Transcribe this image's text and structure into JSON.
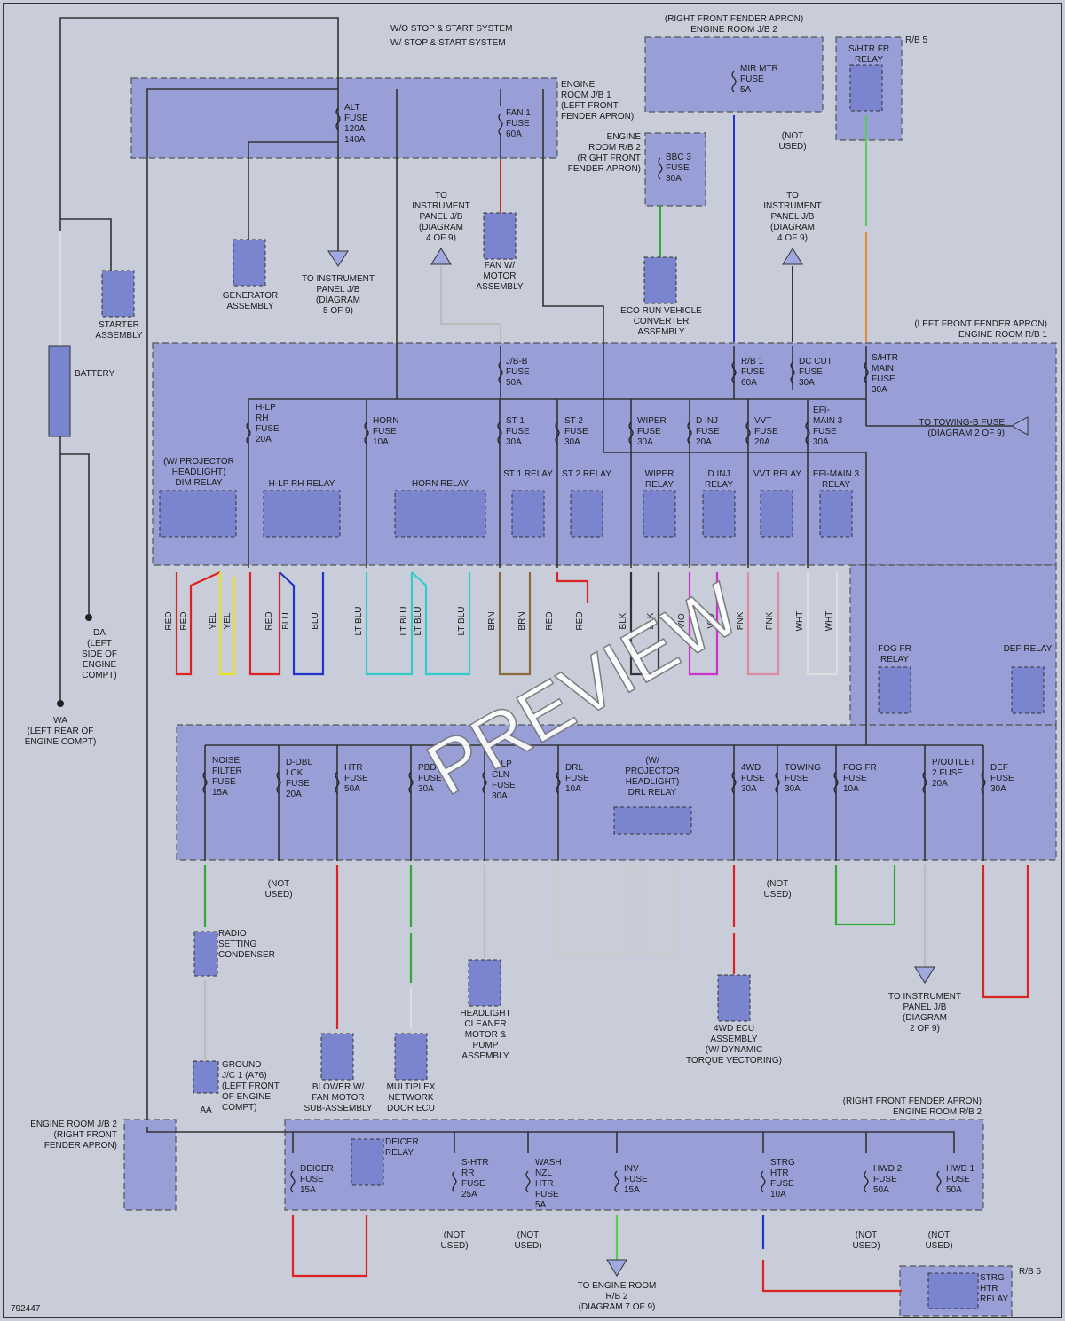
{
  "notes": {
    "n1": "W/O STOP & START SYSTEM",
    "n2": "W/ STOP & START SYSTEM"
  },
  "diagram_id": "792447",
  "watermark": "PREVIEW",
  "colors": {
    "box": "#8f97d6",
    "relay": "#7b84cf",
    "red": "#dd2222",
    "yellow": "#e8e020",
    "blue": "#2233cc",
    "ltblue": "#33cccc",
    "brown": "#8a6a3a",
    "black": "#333333",
    "violet": "#cc33cc",
    "pink": "#e08aa0",
    "white": "#dddddd",
    "green": "#33aa33",
    "orange": "#e08a33",
    "ltgreen": "#55cc55",
    "gray": "#bbbbbb"
  },
  "boxes": {
    "jb1": "ENGINE ROOM J/B 1 (LEFT FRONT FENDER APRON)",
    "jb2_top": "(RIGHT FRONT FENDER APRON) ENGINE ROOM J/B 2",
    "rb5_top": "R/B 5",
    "rb2_mid": "ENGINE ROOM R/B 2 (RIGHT FRONT FENDER APRON)",
    "rb1": "(LEFT FRONT FENDER APRON) ENGINE ROOM R/B 1",
    "jb2_bot": "ENGINE ROOM J/B 2 (RIGHT FRONT FENDER APRON)",
    "rb2_bot": "(RIGHT FRONT FENDER APRON) ENGINE ROOM R/B 2",
    "rb5_bot": "R/B 5"
  },
  "top_fuses": {
    "alt": "ALT FUSE 120A 140A",
    "fan1": "FAN 1 FUSE 60A",
    "mir": "MIR MTR FUSE 5A",
    "bbc3": "BBC 3 FUSE 30A",
    "shtr_fr": "S/HTR FR RELAY"
  },
  "components": {
    "battery": "BATTERY",
    "starter": "STARTER ASSEMBLY",
    "generator": "GENERATOR ASSEMBLY",
    "fan_motor": "FAN W/ MOTOR ASSEMBLY",
    "eco_run": "ECO RUN VEHICLE CONVERTER ASSEMBLY",
    "to_ipjb5": "TO INSTRUMENT PANEL J/B (DIAGRAM 5 OF 9)",
    "to_ipjb4w": "TO INSTRUMENT PANEL J/B (DIAGRAM 4 OF 9)",
    "to_ipjb4c": "TO INSTRUMENT PANEL J/B (DIAGRAM 4 OF 9)",
    "not_used_top": "(NOT USED)",
    "da": "DA (LEFT SIDE OF ENGINE COMPT)",
    "wa": "WA (LEFT REAR OF ENGINE COMPT)",
    "towing_b": "TO TOWING-B FUSE (DIAGRAM 2 OF 9)"
  },
  "rb1_fuses": [
    {
      "id": "jbb",
      "label": "J/B-B FUSE 50A"
    },
    {
      "id": "rb1",
      "label": "R/B 1 FUSE 60A"
    },
    {
      "id": "dccut",
      "label": "DC CUT FUSE 30A"
    },
    {
      "id": "shtrmain",
      "label": "S/HTR MAIN FUSE 30A"
    },
    {
      "id": "hlprh",
      "label": "H-LP RH FUSE 20A"
    },
    {
      "id": "horn",
      "label": "HORN FUSE 10A"
    },
    {
      "id": "st1",
      "label": "ST 1 FUSE 30A"
    },
    {
      "id": "st2",
      "label": "ST 2 FUSE 30A"
    },
    {
      "id": "wiper",
      "label": "WIPER FUSE 30A"
    },
    {
      "id": "dinj",
      "label": "D INJ FUSE 20A"
    },
    {
      "id": "vvt",
      "label": "VVT FUSE 20A"
    },
    {
      "id": "efi3",
      "label": "EFI- MAIN 3 FUSE 30A"
    }
  ],
  "rb1_relays": [
    {
      "id": "dim",
      "label": "(W/ PROJECTOR HEADLIGHT) DIM RELAY"
    },
    {
      "id": "hlprh",
      "label": "H-LP RH RELAY"
    },
    {
      "id": "horn",
      "label": "HORN RELAY"
    },
    {
      "id": "st1",
      "label": "ST 1 RELAY"
    },
    {
      "id": "st2",
      "label": "ST 2 RELAY"
    },
    {
      "id": "wiper",
      "label": "WIPER RELAY"
    },
    {
      "id": "dinj",
      "label": "D INJ RELAY"
    },
    {
      "id": "vvt",
      "label": "VVT RELAY"
    },
    {
      "id": "efi3",
      "label": "EFI-MAIN 3 RELAY"
    },
    {
      "id": "fogfr",
      "label": "FOG FR RELAY"
    },
    {
      "id": "def",
      "label": "DEF RELAY"
    }
  ],
  "wire_colors_row": [
    "RED",
    "RED",
    "YEL",
    "YEL",
    "RED",
    "BLU",
    "BLU",
    "LT BLU",
    "LT BLU",
    "LT BLU",
    "LT BLU",
    "BRN",
    "BRN",
    "RED",
    "RED",
    "BLK",
    "BLK",
    "VIO",
    "VIO",
    "PNK",
    "PNK",
    "WHT",
    "WHT"
  ],
  "lower_fuses": [
    {
      "id": "noise",
      "label": "NOISE FILTER FUSE 15A"
    },
    {
      "id": "ddbl",
      "label": "D-DBL LCK FUSE 20A"
    },
    {
      "id": "htr",
      "label": "HTR FUSE 50A"
    },
    {
      "id": "pbd",
      "label": "PBD FUSE 30A"
    },
    {
      "id": "hlpcln",
      "label": "H-LP CLN FUSE 30A"
    },
    {
      "id": "drl",
      "label": "DRL FUSE 10A"
    },
    {
      "id": "drlrelay",
      "label": "(W/ PROJECTOR HEADLIGHT) DRL RELAY"
    },
    {
      "id": "4wd",
      "label": "4WD FUSE 30A"
    },
    {
      "id": "towing",
      "label": "TOWING FUSE 30A"
    },
    {
      "id": "fogfr",
      "label": "FOG FR FUSE 10A"
    },
    {
      "id": "poutlet",
      "label": "P/OUTLET 2 FUSE 20A"
    },
    {
      "id": "def",
      "label": "DEF FUSE 30A"
    }
  ],
  "lower_components": {
    "radio_cond": "RADIO SETTING CONDENSER",
    "ground_jc": "GROUND J/C 1 (A76) (LEFT FRONT OF ENGINE COMPT)",
    "aa": "AA",
    "blower": "BLOWER W/ FAN MOTOR SUB-ASSEMBLY",
    "mpx": "MULTIPLEX NETWORK DOOR ECU",
    "hl_cleaner": "HEADLIGHT CLEANER MOTOR & PUMP ASSEMBLY",
    "ecu4wd": "4WD ECU ASSEMBLY (W/ DYNAMIC TORQUE VECTORING)",
    "to_ipjb2": "TO INSTRUMENT PANEL J/B (DIAGRAM 2 OF 9)",
    "not_used_ddbl": "(NOT USED)",
    "not_used_towing": "(NOT USED)"
  },
  "bottom_fuses": [
    {
      "id": "deicer",
      "label": "DEICER FUSE 15A"
    },
    {
      "id": "deicer_relay",
      "label": "DEICER RELAY"
    },
    {
      "id": "shtrrr",
      "label": "S-HTR RR FUSE 25A"
    },
    {
      "id": "washnzl",
      "label": "WASH NZL HTR FUSE 5A"
    },
    {
      "id": "inv",
      "label": "INV FUSE 15A"
    },
    {
      "id": "strghtr",
      "label": "STRG HTR FUSE 10A"
    },
    {
      "id": "hwd2",
      "label": "HWD 2 FUSE 50A"
    },
    {
      "id": "hwd1",
      "label": "HWD 1 FUSE 50A"
    }
  ],
  "bottom_components": {
    "not_used_shtr": "(NOT USED)",
    "not_used_wash": "(NOT USED)",
    "not_used_hwd2": "(NOT USED)",
    "not_used_hwd1": "(NOT USED)",
    "to_rb2": "TO ENGINE ROOM R/B 2 (DIAGRAM 7 OF 9)",
    "strg_relay": "STRG HTR RELAY"
  }
}
